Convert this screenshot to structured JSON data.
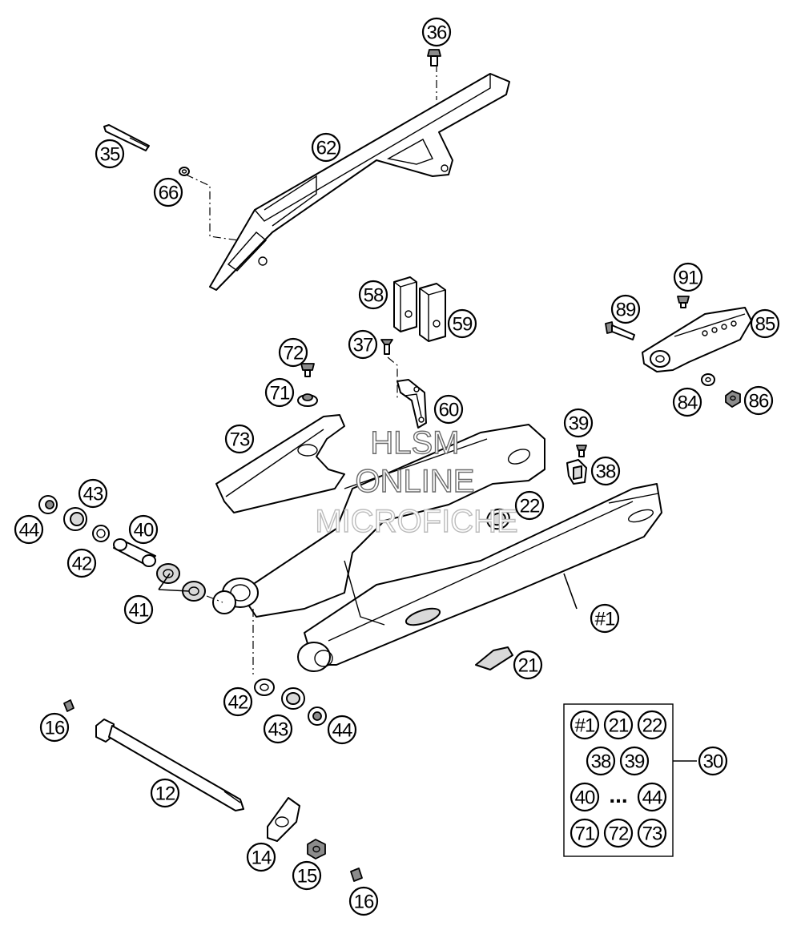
{
  "watermark": {
    "line1": "HLSM",
    "line2": "ONLINE",
    "line3": "MICROFICHE"
  },
  "callouts": {
    "c36": "36",
    "c35": "35",
    "c62": "62",
    "c66": "66",
    "c58": "58",
    "c59": "59",
    "c37": "37",
    "c72": "72",
    "c71": "71",
    "c60": "60",
    "c73": "73",
    "c89": "89",
    "c91": "91",
    "c85": "85",
    "c84": "84",
    "c86": "86",
    "c39": "39",
    "c38": "38",
    "c22": "22",
    "c43a": "43",
    "c44a": "44",
    "c40": "40",
    "c42a": "42",
    "c41": "41",
    "c1": "#1",
    "c21": "21",
    "c42b": "42",
    "c43b": "43",
    "c44b": "44",
    "c16a": "16",
    "c12": "12",
    "c14": "14",
    "c15": "15",
    "c16b": "16",
    "c30": "30"
  },
  "kit": {
    "row1": [
      "#1",
      "21",
      "22"
    ],
    "row2": [
      "38",
      "39"
    ],
    "row3_left": "40",
    "row3_sep": "...",
    "row3_right": "44",
    "row4": [
      "71",
      "72",
      "73"
    ]
  }
}
